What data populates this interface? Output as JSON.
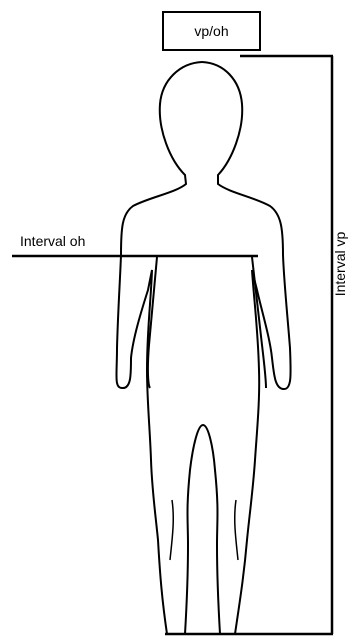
{
  "labels": {
    "top_box": "vp/oh",
    "horizontal_interval": "Interval oh",
    "vertical_interval": "Interval vp"
  },
  "colors": {
    "stroke": "#000000",
    "background": "#ffffff"
  }
}
